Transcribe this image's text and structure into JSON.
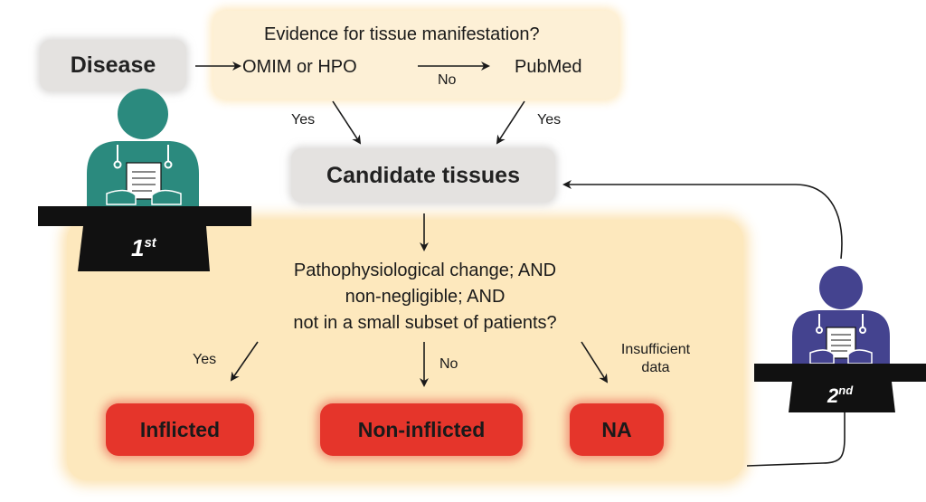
{
  "disease": "Disease",
  "top_question": "Evidence for tissue manifestation?",
  "omim": "OMIM or HPO",
  "no_top": "No",
  "pubmed": "PubMed",
  "yes_left": "Yes",
  "yes_right": "Yes",
  "candidate": "Candidate tissues",
  "criteria": {
    "line1": "Pathophysiological change; AND",
    "line2": "non-negligible; AND",
    "line3": "not in a small subset of patients?"
  },
  "yes_bottom": "Yes",
  "no_bottom": "No",
  "insufficient1": "Insufficient",
  "insufficient2": "data",
  "inflicted": "Inflicted",
  "non_inflicted": "Non-inflicted",
  "na": "NA",
  "first_label": "1",
  "first_sup": "st",
  "second_label": "2",
  "second_sup": "nd",
  "colors": {
    "panel_light": "#fdf0d6",
    "panel_main": "#fde8bd",
    "grey_box": "#e4e2e0",
    "red_box": "#e5352b",
    "first_annotator": "#2b8a7e",
    "second_annotator": "#44438f",
    "desk": "#111111"
  }
}
